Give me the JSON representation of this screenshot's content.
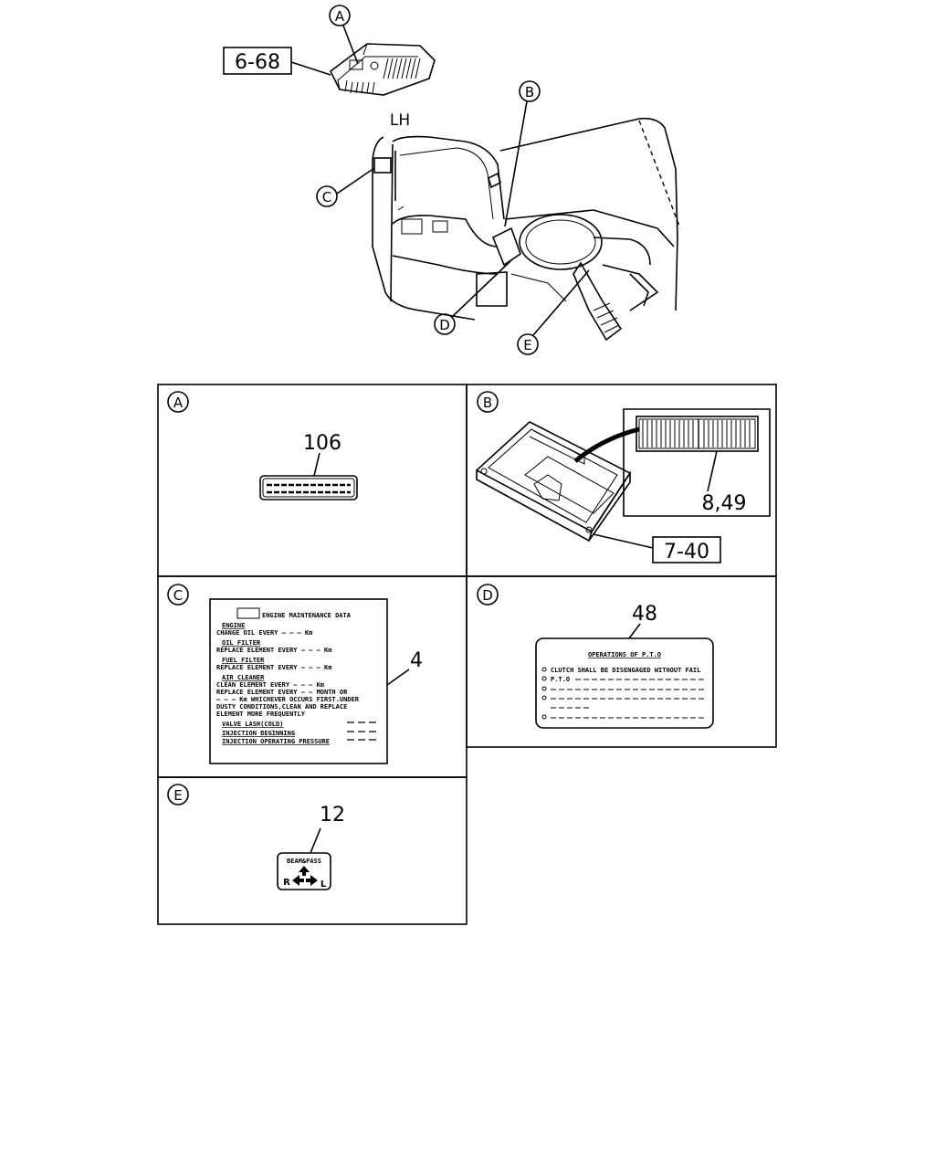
{
  "overview": {
    "ref_top": "6-68",
    "side_label": "LH",
    "callouts": [
      "A",
      "B",
      "C",
      "D",
      "E"
    ]
  },
  "panels": {
    "a": {
      "letter": "A",
      "part_number": "106"
    },
    "b": {
      "letter": "B",
      "part_number": "8,49",
      "ref_box": "7-40"
    },
    "c": {
      "letter": "C",
      "part_number": "4",
      "label": {
        "title": "ENGINE MAINTENANCE DATA",
        "lines": [
          "ENGINE",
          "CHANGE OIL EVERY — — — Km",
          "OIL FILTER",
          "REPLACE ELEMENT EVERY — — — Km",
          "FUEL FILTER",
          "REPLACE ELEMENT EVERY — — — Km",
          "AIR CLEANER",
          "CLEAN ELEMENT EVERY — — — Km",
          "REPLACE ELEMENT EVERY — — MONTH OR",
          "— — — Km WHICHEVER OCCURS FIRST.UNDER",
          "DUSTY CONDITIONS,CLEAN AND REPLACE",
          "ELEMENT MORE FREQUENTLY",
          "VALVE LASH(COLD)",
          "INJECTION BEGINNING",
          "INJECTION OPERATING PRESSURE"
        ]
      }
    },
    "d": {
      "letter": "D",
      "part_number": "48",
      "label": {
        "title": "OPERATIONS OF P.T.O",
        "lines": [
          "CLUTCH SHALL BE DISENGAGED WITHOUT FAIL",
          "P.T.O"
        ]
      }
    },
    "e": {
      "letter": "E",
      "part_number": "12",
      "label": {
        "title": "BEAM&PASS",
        "left": "R",
        "right": "L"
      }
    }
  }
}
